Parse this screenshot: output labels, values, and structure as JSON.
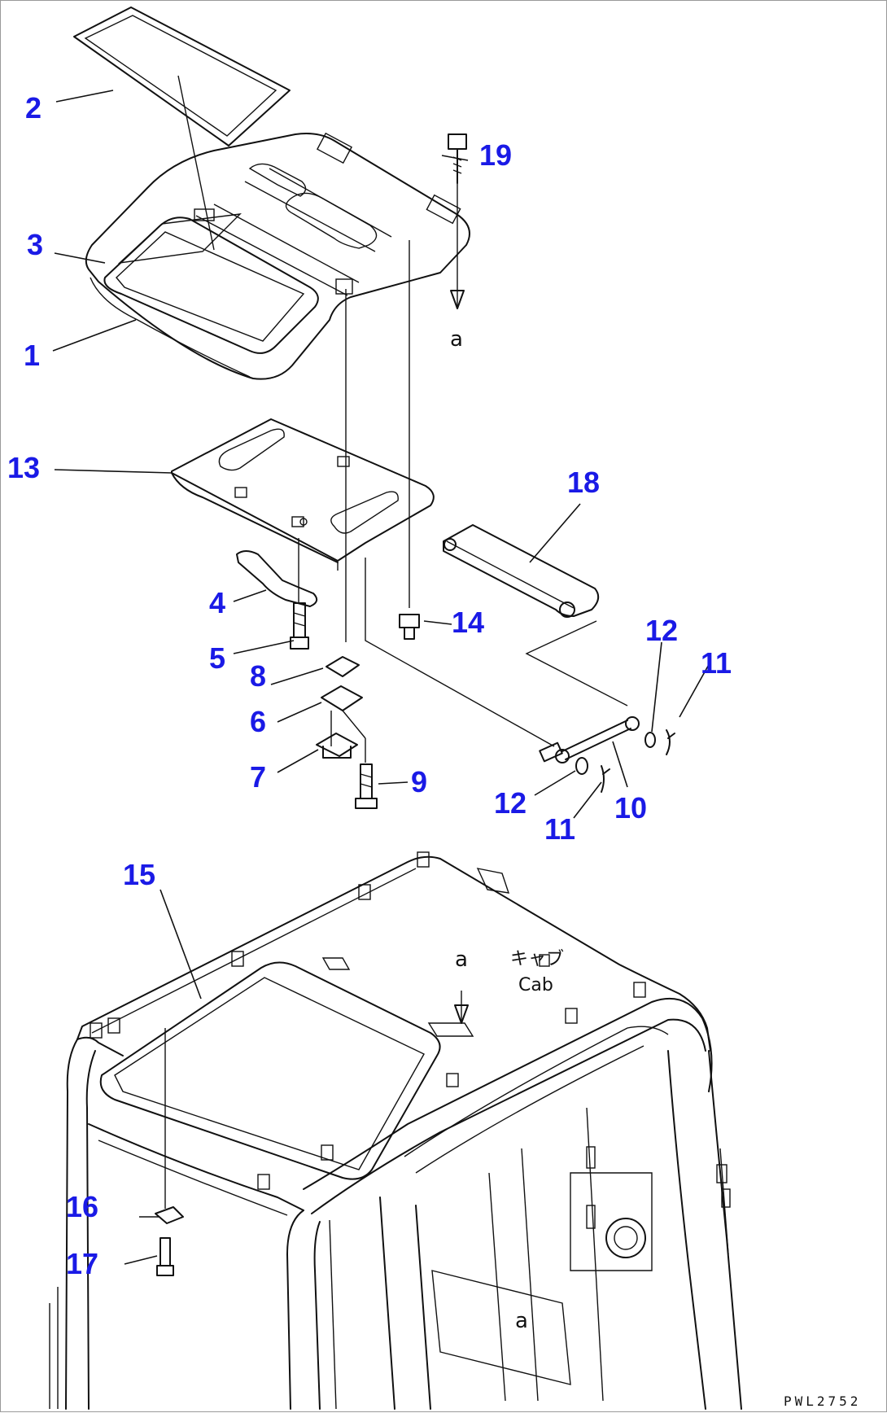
{
  "callouts": [
    {
      "id": "c2",
      "text": "2"
    },
    {
      "id": "c3",
      "text": "3"
    },
    {
      "id": "c1",
      "text": "1"
    },
    {
      "id": "c19",
      "text": "19"
    },
    {
      "id": "c13",
      "text": "13"
    },
    {
      "id": "c18",
      "text": "18"
    },
    {
      "id": "c4",
      "text": "4"
    },
    {
      "id": "c5",
      "text": "5"
    },
    {
      "id": "c14",
      "text": "14"
    },
    {
      "id": "c8",
      "text": "8"
    },
    {
      "id": "c6",
      "text": "6"
    },
    {
      "id": "c7",
      "text": "7"
    },
    {
      "id": "c9",
      "text": "9"
    },
    {
      "id": "c12a",
      "text": "12"
    },
    {
      "id": "c11a",
      "text": "11"
    },
    {
      "id": "c12b",
      "text": "12"
    },
    {
      "id": "c11b",
      "text": "11"
    },
    {
      "id": "c10",
      "text": "10"
    },
    {
      "id": "c15",
      "text": "15"
    },
    {
      "id": "c16",
      "text": "16"
    },
    {
      "id": "c17",
      "text": "17"
    }
  ],
  "reference_marks": {
    "upper": "a",
    "middle": "a",
    "lower": "a"
  },
  "cab_label": {
    "jp": "キャブ",
    "en": "Cab"
  },
  "drawing_code": "PWL2752",
  "colors": {
    "callout": "#1a1ae6",
    "linework": "#111111"
  }
}
